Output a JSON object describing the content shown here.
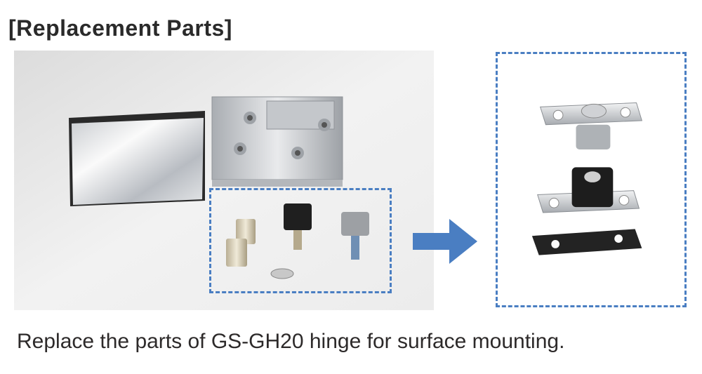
{
  "heading": "[Replacement Parts]",
  "caption": "Replace the parts of GS-GH20 hinge for surface mounting.",
  "colors": {
    "dashed_border": "#4a7ec2",
    "arrow": "#4a7ec2",
    "text": "#2d2a2a"
  },
  "images": {
    "photo": "hinge-product-photo",
    "replacement_parts": "replacement-parts-photo",
    "arrow": "right-arrow-icon"
  }
}
